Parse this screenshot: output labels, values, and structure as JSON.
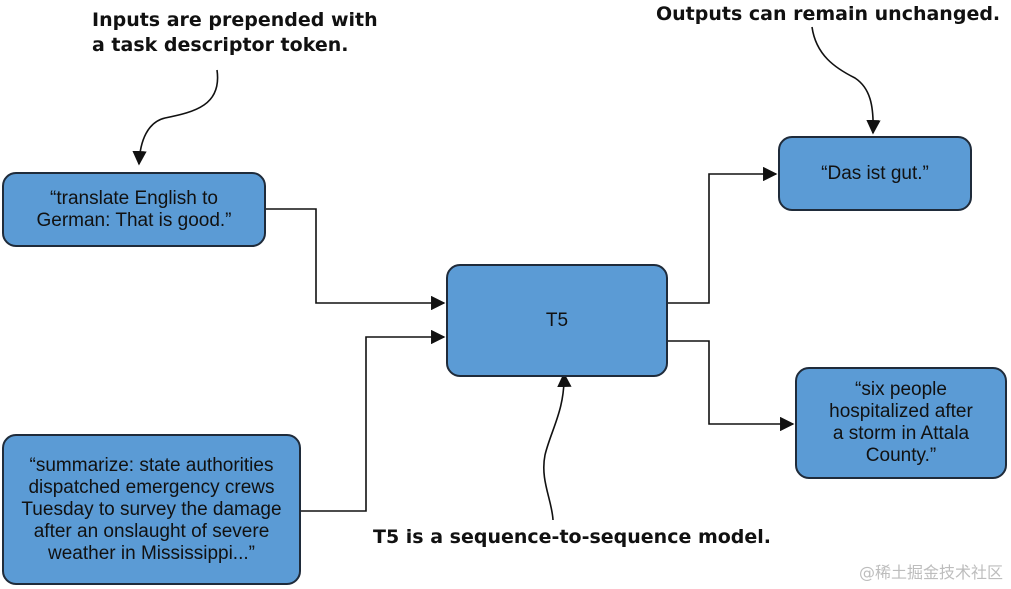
{
  "callouts": {
    "inputs": "Inputs are prepended with\na task descriptor token.",
    "outputs": "Outputs can remain unchanged.",
    "model": "T5 is a sequence-to-sequence model."
  },
  "boxes": {
    "input_translate": "“translate English to\nGerman: That is good.”",
    "input_summarize": "“summarize: state authorities\ndispatched emergency crews\nTuesday to survey the damage\nafter an onslaught of severe\nweather in Mississippi...”",
    "model": "T5",
    "output_translate": "“Das ist gut.”",
    "output_summary": "“six people\nhospitalized after\na storm in Attala\nCounty.”"
  },
  "colors": {
    "box_fill": "#5b9bd5",
    "box_border": "#1f2b3a",
    "line": "#111111"
  },
  "watermark": "@稀土掘金技术社区"
}
